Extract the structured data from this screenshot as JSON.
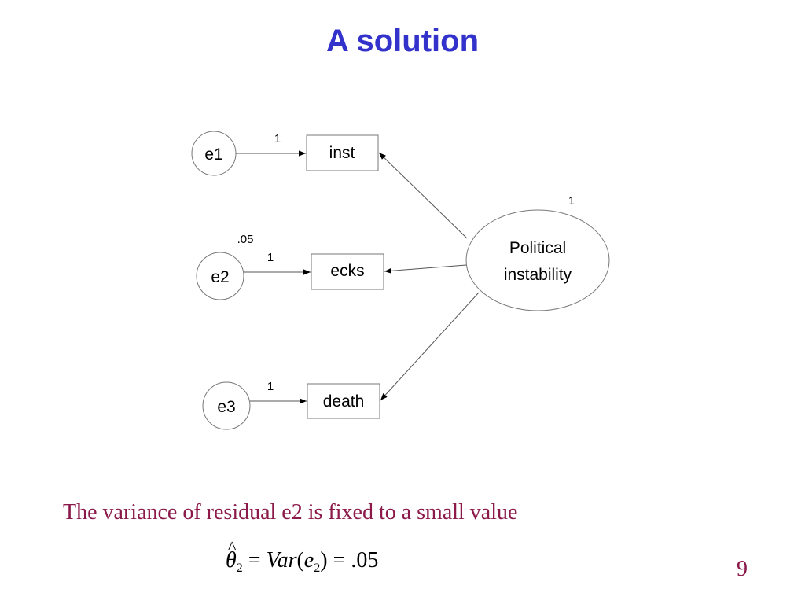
{
  "title": "A solution",
  "diagram": {
    "errors": [
      "e1",
      "e2",
      "e3"
    ],
    "indicators": [
      "inst",
      "ecks",
      "death"
    ],
    "factor": {
      "line1": "Political",
      "line2": "instability",
      "variance_label": "1"
    },
    "error_path_labels": [
      "1",
      "1",
      "1"
    ],
    "e2_variance_label": ".05"
  },
  "caption": "The variance of residual e2 is fixed to a small value",
  "formula": {
    "theta": "θ",
    "theta_sub": "2",
    "equals1": " = ",
    "var": "Var",
    "open": "(",
    "e": "e",
    "e_sub": "2",
    "close": ")",
    "equals2": " = ",
    "value": ".05"
  },
  "page_number": "9",
  "colors": {
    "title": "#3333cc",
    "caption": "#8b1a4a",
    "lines": "#555555"
  }
}
